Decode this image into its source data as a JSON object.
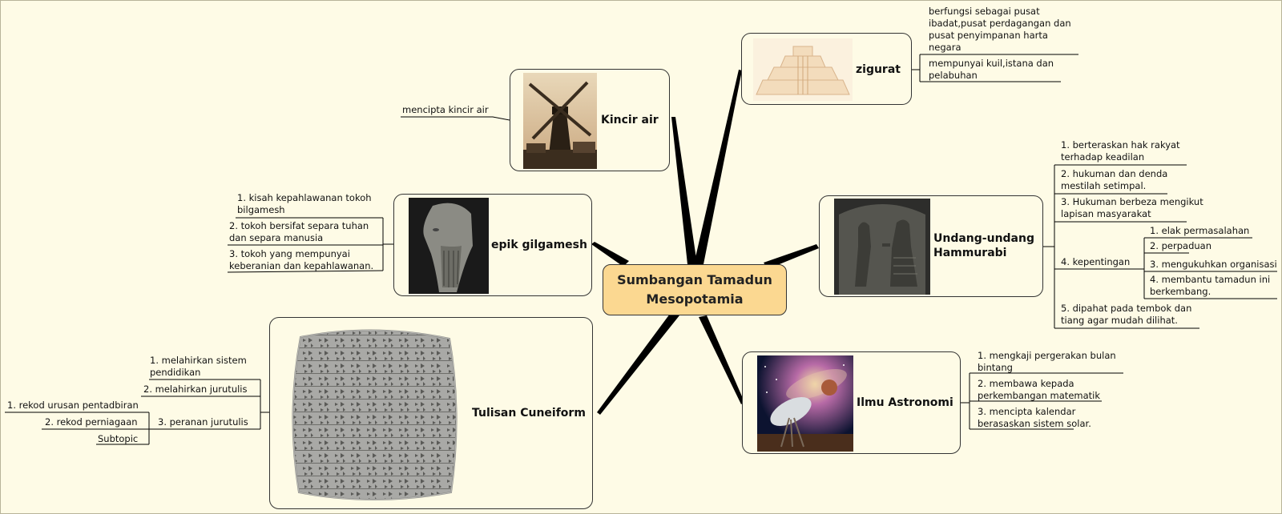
{
  "central": {
    "line1": "Sumbangan Tamadun",
    "line2": "Mesopotamia"
  },
  "topics": {
    "kincir": {
      "label": "Kincir air",
      "sub": "mencipta kincir air"
    },
    "zigurat": {
      "label": "zigurat",
      "sub1": [
        "berfungsi sebagai pusat",
        "ibadat,pusat perdagangan dan",
        "pusat penyimpanan harta",
        "negara"
      ],
      "sub2": [
        "mempunyai kuil,istana dan",
        "pelabuhan"
      ]
    },
    "gilgamesh": {
      "label": "epik gilgamesh",
      "subs": [
        [
          "1. kisah kepahlawanan tokoh",
          "bilgamesh"
        ],
        [
          "2. tokoh bersifat separa tuhan",
          "dan separa manusia"
        ],
        [
          "3. tokoh yang mempunyai",
          "keberanian dan kepahlawanan."
        ]
      ]
    },
    "hammurabi": {
      "label1": "Undang-undang",
      "label2": "Hammurabi",
      "subs": [
        [
          "1. berteraskan hak rakyat",
          "terhadap keadilan"
        ],
        [
          "2. hukuman dan denda",
          "mestilah setimpal."
        ],
        [
          "3. Hukuman berbeza mengikut",
          "lapisan masyarakat"
        ],
        [
          "4. kepentingan"
        ],
        [
          "5. dipahat pada tembok dan",
          "tiang agar mudah dilihat."
        ]
      ],
      "kepentingan": [
        [
          "1. elak permasalahan"
        ],
        [
          "2. perpaduan"
        ],
        [
          "3. mengukuhkan organisasi"
        ],
        [
          "4. membantu tamadun ini",
          "berkembang."
        ]
      ]
    },
    "cuneiform": {
      "label": "Tulisan Cuneiform",
      "subs": [
        [
          "1. melahirkan sistem",
          "pendidikan"
        ],
        [
          "2. melahirkan jurutulis"
        ],
        [
          "3. peranan jurutulis"
        ]
      ],
      "peranan": [
        [
          "1. rekod urusan pentadbiran"
        ],
        [
          "2. rekod perniagaan"
        ],
        [
          "Subtopic"
        ]
      ]
    },
    "astronomi": {
      "label": "Ilmu Astronomi",
      "subs": [
        [
          "1. mengkaji pergerakan bulan",
          "bintang"
        ],
        [
          "2. membawa kepada",
          "perkembangan matematik"
        ],
        [
          "3. mencipta kalendar",
          "berasaskan sistem solar."
        ]
      ]
    }
  },
  "colors": {
    "background": "#fefbe6",
    "central_fill": "#fbd891",
    "branch": "#000000"
  },
  "icons": [
    "windmill-image",
    "ziggurat-image",
    "gilgamesh-statue-image",
    "hammurabi-stele-image",
    "cuneiform-tablet-image",
    "radio-telescope-image"
  ]
}
